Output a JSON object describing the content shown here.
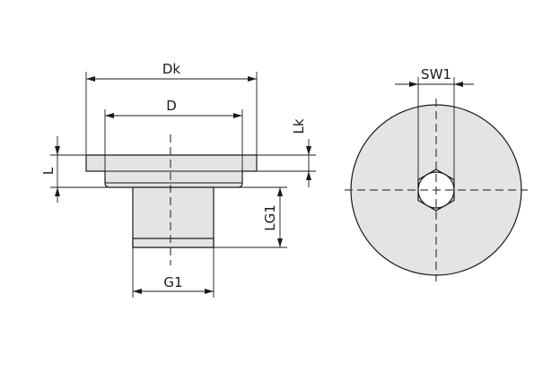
{
  "labels": {
    "dk": "Dk",
    "d": "D",
    "lk": "Lk",
    "l": "L",
    "lg1": "LG1",
    "g1": "G1",
    "sw1": "SW1"
  }
}
